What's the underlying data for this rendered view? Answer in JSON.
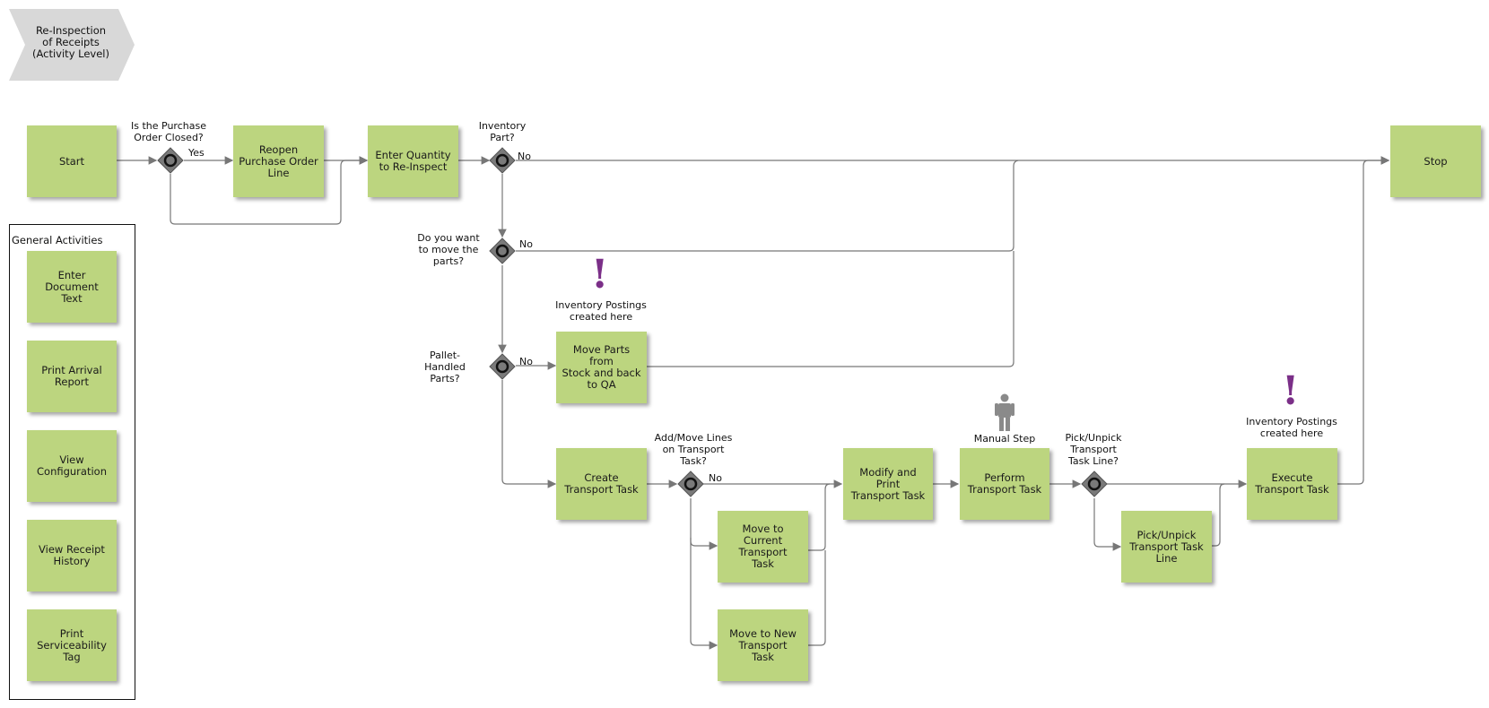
{
  "title": "Re-Inspection\nof Receipts\n(Activity Level)",
  "colors": {
    "activity": "#bcd57f",
    "gateway": "#7a7a7a",
    "exclamation": "#7b2f88",
    "connector": "#777777"
  },
  "activities": {
    "start": "Start",
    "reopen": "Reopen\nPurchase Order\nLine",
    "enter_qty": "Enter Quantity\nto Re-Inspect",
    "stop": "Stop",
    "move_parts": "Move Parts from\nStock and back\nto QA",
    "create_tt": "Create\nTransport Task",
    "move_current": "Move to\nCurrent\nTransport\nTask",
    "move_new": "Move to New\nTransport\nTask",
    "modify_print": "Modify and Print\nTransport Task",
    "perform_tt": "Perform\nTransport Task",
    "pick_unpick": "Pick/Unpick\nTransport Task\nLine",
    "execute_tt": "Execute\nTransport Task"
  },
  "general_activities": {
    "title": "General Activities",
    "items": [
      "Enter Document\nText",
      "Print Arrival\nReport",
      "View\nConfiguration",
      "View Receipt\nHistory",
      "Print\nServiceability\nTag"
    ]
  },
  "gateways": {
    "po_closed": "Is the Purchase\nOrder Closed?",
    "inventory_part": "Inventory\nPart?",
    "move_parts_q": "Do you want\nto move the\nparts?",
    "pallet": "Pallet-\nHandled\nParts?",
    "add_move": "Add/Move Lines\non Transport\nTask?",
    "pick_unpick_q": "Pick/Unpick\nTransport\nTask Line?"
  },
  "flow_labels": {
    "yes": "Yes",
    "no_inventory": "No",
    "no_move": "No",
    "no_pallet": "No",
    "no_add_move": "No"
  },
  "annotations": {
    "inv_postings_1": "Inventory Postings\ncreated here",
    "inv_postings_2": "Inventory Postings\ncreated here",
    "manual_step": "Manual Step",
    "excl_1": "!",
    "excl_2": "!"
  }
}
